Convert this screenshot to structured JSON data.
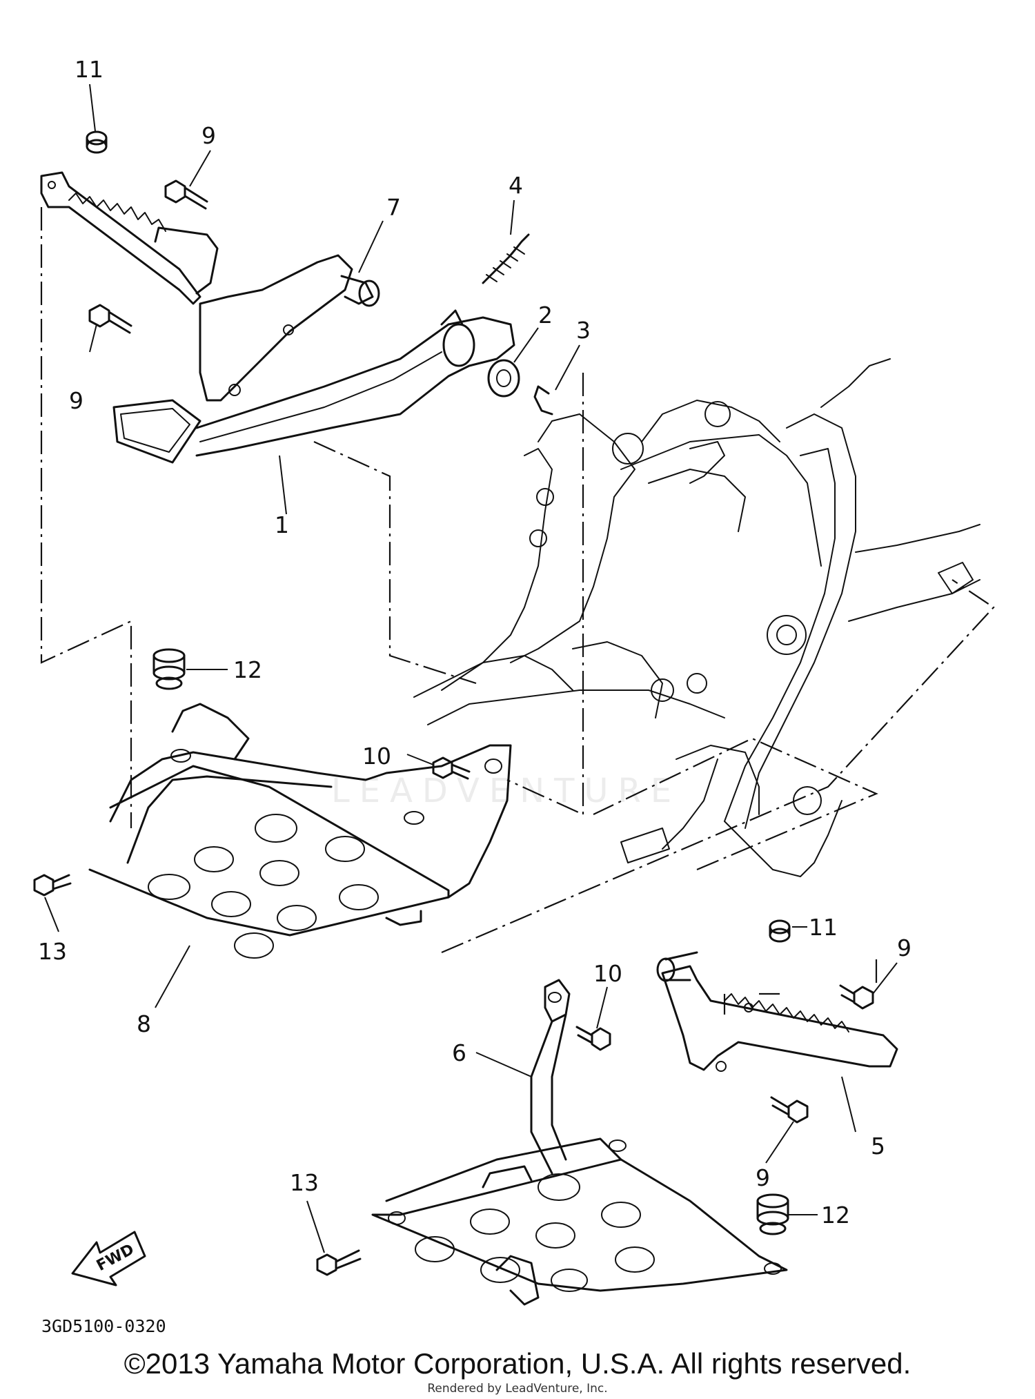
{
  "watermark": "LEADVENTURE",
  "diagram_code": "3GD5100-0320",
  "fwd_label": "FWD",
  "copyright": "©2013 Yamaha Motor Corporation, U.S.A. All rights reserved.",
  "rendered_by": "Rendered by LeadVenture, Inc.",
  "callouts": {
    "c1": "1",
    "c2": "2",
    "c3": "3",
    "c4": "4",
    "c5": "5",
    "c6": "6",
    "c7": "7",
    "c8": "8",
    "c9a": "9",
    "c9b": "9",
    "c9c": "9",
    "c9d": "9",
    "c10a": "10",
    "c10b": "10",
    "c11a": "11",
    "c11b": "11",
    "c12a": "12",
    "c12b": "12",
    "c13a": "13",
    "c13b": "13"
  }
}
